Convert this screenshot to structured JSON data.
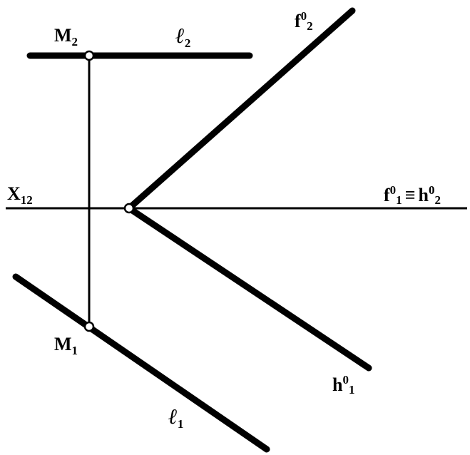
{
  "labels": {
    "m2": {
      "main": "M",
      "sub": "2"
    },
    "l2": {
      "main": "ℓ",
      "sub": "2"
    },
    "f02": {
      "main": "f",
      "sup": "0",
      "sub": "2"
    },
    "x12": {
      "main": "X",
      "sub": "12"
    },
    "f01h02": {
      "main1": "f",
      "sup1": "0",
      "sub1": "1",
      "equiv": "≡",
      "main2": "h",
      "sup2": "0",
      "sub2": "2"
    },
    "m1": {
      "main": "M",
      "sub": "1"
    },
    "h01": {
      "main": "h",
      "sup": "0",
      "sub": "1"
    },
    "l1": {
      "main": "ℓ",
      "sub": "1"
    }
  },
  "colors": {
    "stroke": "#000000",
    "background": "#ffffff",
    "point_fill": "#ffffff"
  }
}
